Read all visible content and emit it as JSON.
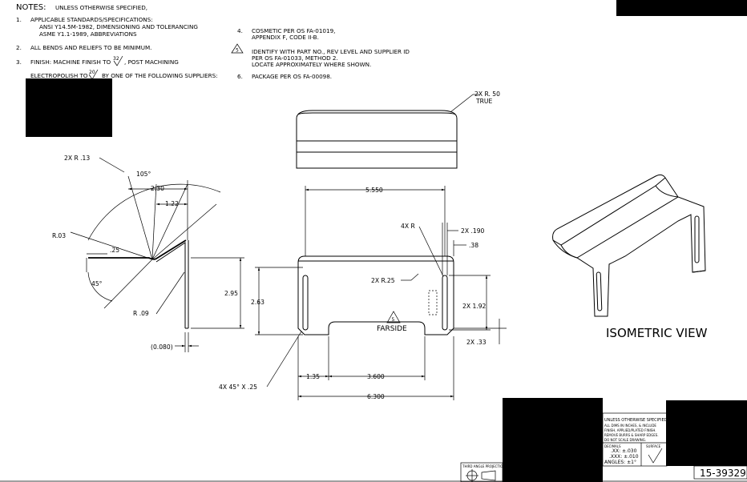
{
  "notes": {
    "heading": "NOTES:",
    "heading_sub": "UNLESS OTHERWISE SPECIFIED,",
    "n1_num": "1.",
    "n1_l1": "APPLICABLE STANDARDS/SPECIFICATIONS:",
    "n1_l2": "ANSI Y14.5M-1982, DIMENSIONING AND TOLERANCING",
    "n1_l3": "ASME Y1.1-1989, ABBREVIATIONS",
    "n2_num": "2.",
    "n2_l1": "ALL BENDS AND RELIEFS TO BE MINIMUM.",
    "n3_num": "3.",
    "n3_l1a": "FINISH: MACHINE FINISH TO",
    "n3_l1_val": "32",
    "n3_l1b": ", POST MACHINING",
    "n3_l2a": "ELECTROPOLISH TO",
    "n3_l2_val": "20",
    "n3_l2b": "BY ONE OF THE FOLLOWING SUPPLIERS:",
    "n4_num": "4.",
    "n4_l1": "COSMETIC PER OS FA-01019,",
    "n4_l2": "APPENDIX F, CODE II-B.",
    "n5_flag": "5",
    "n5_l1": "IDENTIFY WITH PART NO., REV LEVEL AND SUPPLIER ID",
    "n5_l2": "PER OS FA-01033, METHOD 2.",
    "n5_l3": "LOCATE APPROXIMATELY WHERE SHOWN.",
    "n6_num": "6.",
    "n6_l1": "PACKAGE PER OS FA-00098."
  },
  "side_view": {
    "radius_top": "2X R .13",
    "angle": "105°",
    "width_230": "2.30",
    "width_122": "1.22",
    "radius_03": "R.03",
    "offset_25": ".25",
    "angle_45": "45°",
    "radius_09": "R .09",
    "thickness": "(0.080)",
    "height_295": "2.95"
  },
  "top_view": {
    "radius_50": "2X R. 50",
    "true_label": "TRUE"
  },
  "flat_view": {
    "width_5550": "5.550",
    "radius_4x": "4X R",
    "slot_190": "2X .190",
    "slot_38": ".38",
    "height_263": "2.63",
    "radius_25": "2X R.25",
    "slot_192": "2X 1.92",
    "flag": "5",
    "farside": "FARSIDE",
    "edge_33": "2X .33",
    "chamfer": "4X 45° X .25",
    "dim_135": "1.35",
    "dim_3600": "3.600",
    "dim_6300": "6.300"
  },
  "isometric": {
    "label": "ISOMETRIC VIEW"
  },
  "title_block": {
    "tol_l1": "UNLESS OTHERWISE SPECIFIED",
    "tol_l2": "ALL DIMS IN INCHES, & INCLUDE",
    "tol_l3": "FINISH, APPLIED/PLATED FINISH.",
    "tol_l4": "REMOVE BURRS & SHARP EDGES.",
    "tol_l5": "DO NOT SCALE DRAWING.",
    "decimals": "DECIMALS",
    "tol_xx": ".XX: ±.030",
    "tol_xxx": ".XXX: ±.010",
    "angles": "ANGLES: ±1°",
    "surface": "SURFACE",
    "projection": "THIRD ANGLE PROJECTION",
    "drawing_number": "15-39329"
  }
}
